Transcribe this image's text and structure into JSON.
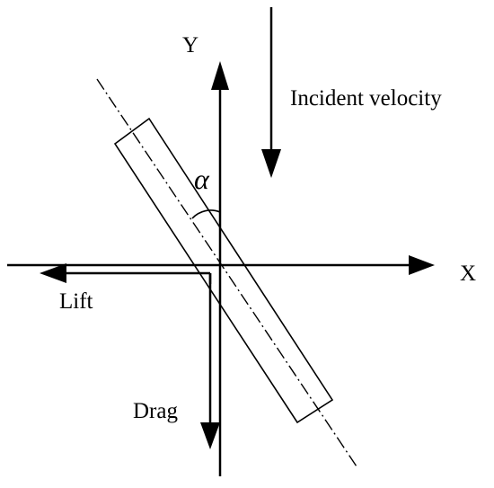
{
  "diagram": {
    "labels": {
      "y_axis": "Y",
      "x_axis": "X",
      "incident_velocity": "Incident velocity",
      "alpha": "α",
      "lift": "Lift",
      "drag": "Drag"
    },
    "colors": {
      "stroke": "#000000",
      "background": "#ffffff"
    }
  }
}
